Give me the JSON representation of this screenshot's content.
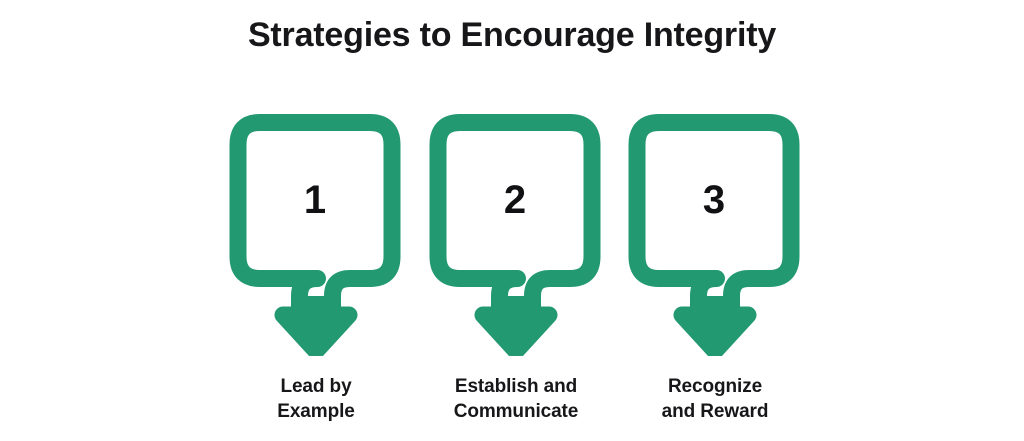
{
  "title": "Strategies to Encourage Integrity",
  "theme": {
    "accent": "#229970",
    "text": "#17171a",
    "background": "#ffffff"
  },
  "steps": [
    {
      "number": "1",
      "label_lines": [
        "Lead by",
        "Example"
      ],
      "label_full": "Lead by Example",
      "shape_icon": "tag-arrow-down-icon"
    },
    {
      "number": "2",
      "label_lines": [
        "Establish and",
        "Communicate"
      ],
      "label_full": "Establish and Communicate",
      "shape_icon": "tag-arrow-down-icon"
    },
    {
      "number": "3",
      "label_lines": [
        "Recognize",
        "and Reward"
      ],
      "label_full": "Recognize and Reward",
      "shape_icon": "tag-arrow-down-icon"
    }
  ]
}
